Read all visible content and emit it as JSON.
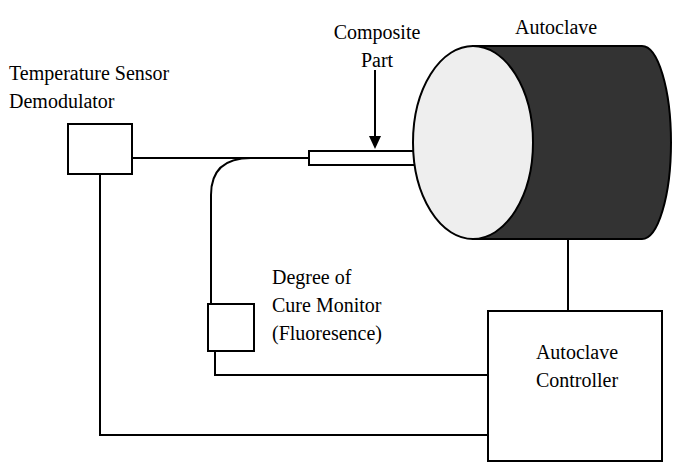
{
  "diagram": {
    "nodes": [
      {
        "text": [
          "Temperature Sensor Demodulator"
        ]
      },
      {
        "text": [
          "Composite Part"
        ]
      },
      {
        "text": [
          "Autoclave"
        ]
      },
      {
        "text": [
          "Degree of Cure Monitor (Fluoresence)"
        ]
      },
      {
        "text": [
          "Autoclave Controller"
        ]
      }
    ],
    "edges": [
      {
        "from": 0,
        "to": 1,
        "arrow": "none"
      },
      {
        "from": 3,
        "to": 1,
        "arrow": "none"
      },
      {
        "from": 2,
        "to": 4,
        "arrow": "none"
      },
      {
        "from": 3,
        "to": 4,
        "arrow": "none"
      },
      {
        "from": 0,
        "to": 4,
        "arrow": "none"
      }
    ]
  }
}
